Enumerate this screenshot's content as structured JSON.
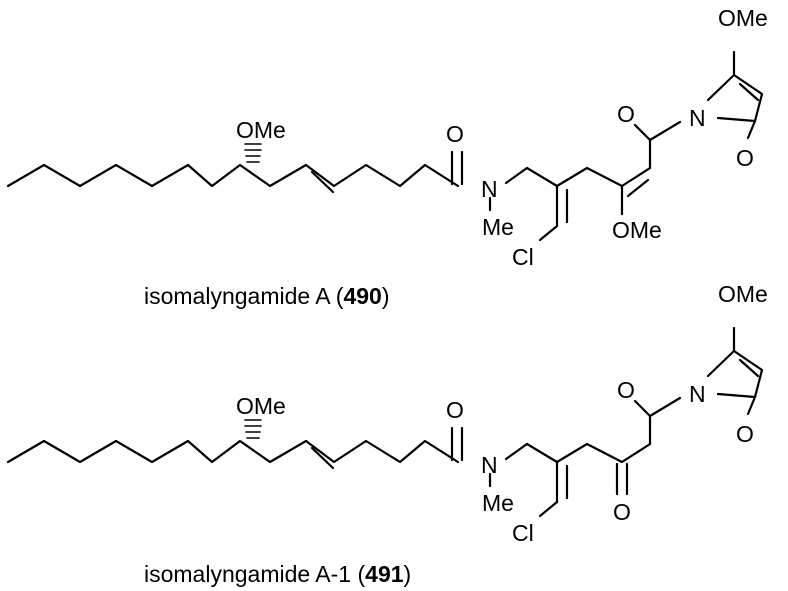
{
  "molecules": [
    {
      "name": "isomalyngamide A",
      "compound_number": "490",
      "atom_labels": {
        "ome_chain": "OMe",
        "amide_o": "O",
        "n_amide": "N",
        "n_methyl": "Me",
        "chloro": "Cl",
        "enol_ome": "OMe",
        "acyl_o": "O",
        "ring_n": "N",
        "ring_ome": "OMe",
        "ring_co": "O"
      }
    },
    {
      "name": "isomalyngamide A-1",
      "compound_number": "491",
      "atom_labels": {
        "ome_chain": "OMe",
        "amide_o": "O",
        "n_amide": "N",
        "n_methyl": "Me",
        "chloro": "Cl",
        "ketone_o": "O",
        "acyl_o": "O",
        "ring_n": "N",
        "ring_ome": "OMe",
        "ring_co": "O"
      }
    }
  ]
}
